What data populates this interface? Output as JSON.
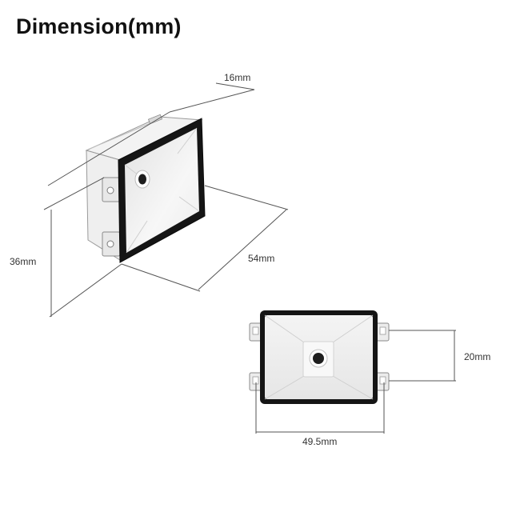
{
  "title": "Dimension(mm)",
  "colors": {
    "frame": "#151515",
    "body": "#f1f1f1",
    "body_shade": "#d9d9d9",
    "lens": "#1e1e1e",
    "dimension_line": "#555555",
    "text": "#333333"
  },
  "dimensions": {
    "depth": "16mm",
    "height": "36mm",
    "width": "54mm",
    "front_height": "20mm",
    "front_width": "49.5mm"
  }
}
